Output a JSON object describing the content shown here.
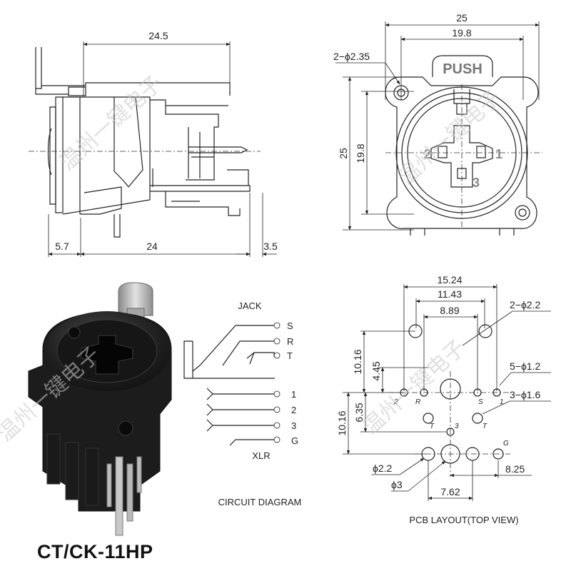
{
  "title": "CT/CK-11HP",
  "side_view": {
    "dims": [
      "24.5",
      "5.7",
      "24",
      "3.5"
    ]
  },
  "front_view": {
    "dims": {
      "width_outer": "25",
      "width_inner": "19.8",
      "height_outer": "25",
      "height_inner": "19.8",
      "holes": "2−ϕ2.35"
    },
    "push_label": "PUSH",
    "pin_labels": [
      "2",
      "1",
      "3"
    ]
  },
  "circuit": {
    "jack_label": "JACK",
    "jack_pins": [
      "S",
      "R",
      "T"
    ],
    "xlr_pins": [
      "1",
      "2",
      "3",
      "G"
    ],
    "xlr_label": "XLR",
    "caption": "CIRCUIT DIAGRAM"
  },
  "pcb": {
    "dims_top": [
      "15.24",
      "11.43",
      "8.89"
    ],
    "dims_left": [
      "10.16",
      "4.45",
      "10.16",
      "6.35"
    ],
    "callouts": [
      "2−ϕ2.2",
      "5−ϕ1.2",
      "3−ϕ1.6"
    ],
    "dims_bottom": [
      "ϕ2.2",
      "ϕ3",
      "7.62",
      "8.25"
    ],
    "pin_labels": [
      "2",
      "R",
      "S",
      "1",
      "T",
      "3",
      "T",
      "G"
    ],
    "caption": "PCB LAYOUT(TOP VIEW)"
  },
  "watermark": "温州一键电子",
  "colors": {
    "line": "#222222",
    "photo_body": "#1e1e1e",
    "photo_metal": "#b9b9b9"
  }
}
